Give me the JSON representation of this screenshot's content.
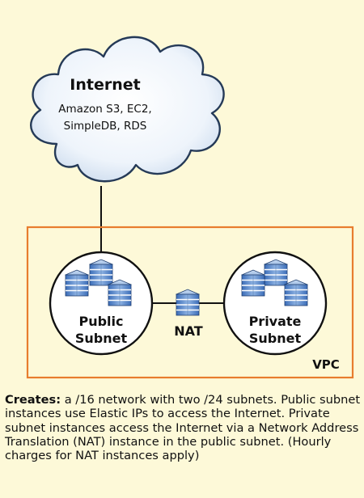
{
  "cloud": {
    "title": "Internet",
    "services_line1": "Amazon S3, EC2,",
    "services_line2": "SimpleDB, RDS"
  },
  "vpc": {
    "label": "VPC",
    "public_subnet_line1": "Public",
    "public_subnet_line2": "Subnet",
    "nat_label": "NAT",
    "private_subnet_line1": "Private",
    "private_subnet_line2": "Subnet"
  },
  "caption": {
    "lead": "Creates:",
    "text": " a /16 network with two /24 subnets. Public subnet instances use Elastic IPs to access the Internet. Private subnet instances access the Internet via a Network Address Translation (NAT) instance in the public subnet. (Hourly charges for NAT instances apply)"
  },
  "colors": {
    "background": "#fdf9d8",
    "vpc_border": "#e87d2e",
    "cloud_fill": "#e3edf7",
    "cloud_stroke": "#2b3f5a",
    "server_blue": "#4d7fc0"
  }
}
